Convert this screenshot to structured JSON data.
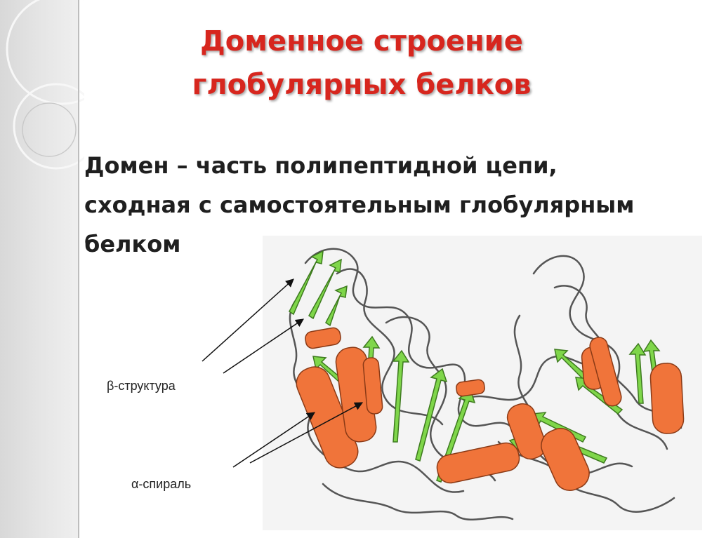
{
  "slide": {
    "title_lines": [
      "Доменное строение",
      "глобулярных белков"
    ],
    "body_lines": [
      "Домен – часть полипептидной цепи,",
      "сходная с самостоятельным глобулярным",
      "белком"
    ]
  },
  "diagram": {
    "labels": {
      "beta": "β-структура",
      "alpha": "α-спираль"
    },
    "colors": {
      "title": "#d7261e",
      "helix": "#f0743a",
      "strand": "#7fd64a",
      "coil": "#555555",
      "background": "#f4f4f4"
    }
  }
}
